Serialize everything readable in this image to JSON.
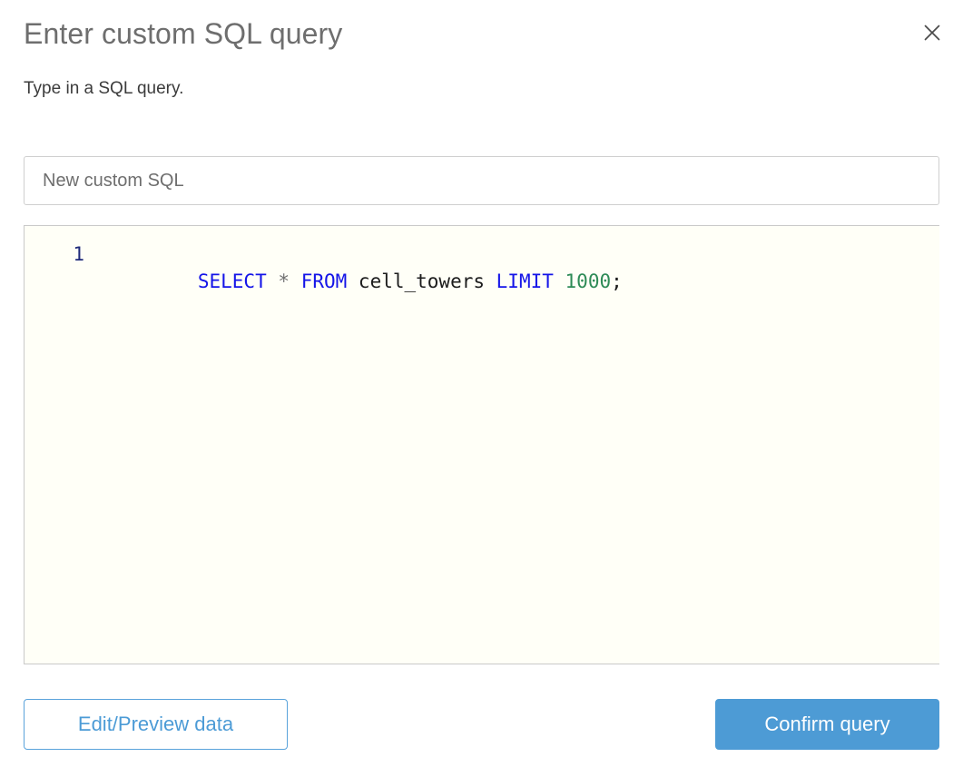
{
  "dialog": {
    "title": "Enter custom SQL query",
    "subtitle": "Type in a SQL query.",
    "close_icon": "close-icon"
  },
  "name_field": {
    "value": "New custom SQL",
    "placeholder": "New custom SQL"
  },
  "editor": {
    "line_numbers": [
      "1"
    ],
    "full_query": "SELECT * FROM cell_towers LIMIT 1000;",
    "tokens": [
      {
        "text": "SELECT",
        "type": "keyword"
      },
      {
        "text": " ",
        "type": "plain"
      },
      {
        "text": "*",
        "type": "operator"
      },
      {
        "text": " ",
        "type": "plain"
      },
      {
        "text": "FROM",
        "type": "keyword"
      },
      {
        "text": " ",
        "type": "plain"
      },
      {
        "text": "cell_towers",
        "type": "identifier"
      },
      {
        "text": " ",
        "type": "plain"
      },
      {
        "text": "LIMIT",
        "type": "keyword"
      },
      {
        "text": " ",
        "type": "plain"
      },
      {
        "text": "1000",
        "type": "number"
      },
      {
        "text": ";",
        "type": "punctuation"
      }
    ]
  },
  "footer": {
    "secondary_label": "Edit/Preview data",
    "primary_label": "Confirm query"
  },
  "colors": {
    "accent": "#4d9bd5",
    "keyword": "#1414e8",
    "number": "#2e8b57",
    "gutter": "#1f2a7a",
    "title": "#6e6e6e",
    "editor_bg": "#fffff7"
  }
}
